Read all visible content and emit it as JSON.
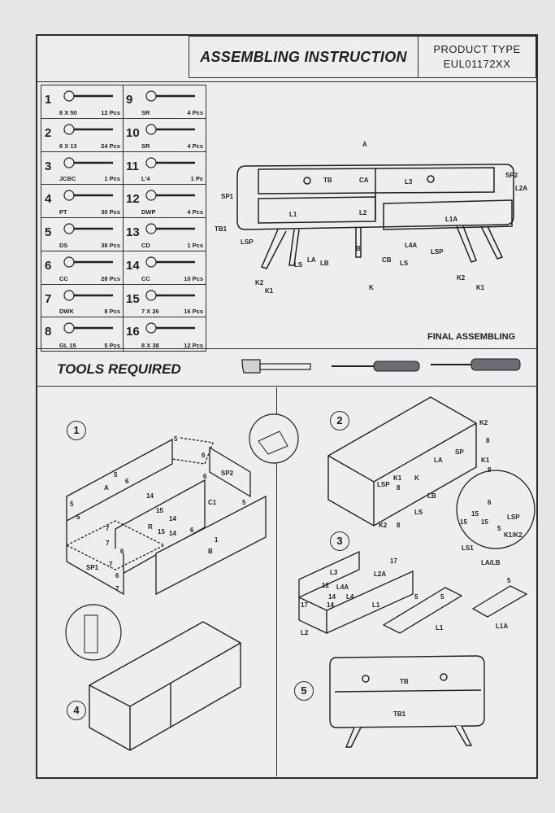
{
  "header": {
    "title": "ASSEMBLING INSTRUCTION",
    "product_type_label": "PRODUCT TYPE",
    "product_code": "EUL01172XX"
  },
  "parts": [
    {
      "num": "1",
      "code": "8 X 50",
      "qty": "12 Pcs",
      "icon": "cross-screw-icon"
    },
    {
      "num": "2",
      "code": "6 X 13",
      "qty": "24 Pcs",
      "icon": "short-screw-icon"
    },
    {
      "num": "3",
      "code": "JCBC",
      "qty": "1 Pcs",
      "icon": "bolt-icon"
    },
    {
      "num": "4",
      "code": "PT",
      "qty": "30 Pcs",
      "icon": "pin-icon"
    },
    {
      "num": "5",
      "code": "DS",
      "qty": "38 Pcs",
      "icon": "dowel-screw-icon"
    },
    {
      "num": "6",
      "code": "CC",
      "qty": "28 Pcs",
      "icon": "cam-connector-icon"
    },
    {
      "num": "7",
      "code": "DWK",
      "qty": "8 Pcs",
      "icon": "wood-dowel-icon"
    },
    {
      "num": "8",
      "code": "GL 15",
      "qty": "5 Pcs",
      "icon": "glide-icon"
    },
    {
      "num": "9",
      "code": "SR",
      "qty": "4 Pcs",
      "icon": "slide-rail-icon"
    },
    {
      "num": "10",
      "code": "SR",
      "qty": "4 Pcs",
      "icon": "slide-rail-icon"
    },
    {
      "num": "11",
      "code": "L'4",
      "qty": "1 Pc",
      "icon": "allen-key-icon"
    },
    {
      "num": "12",
      "code": "DWP",
      "qty": "4 Pcs",
      "icon": "dowel-icon"
    },
    {
      "num": "13",
      "code": "CD",
      "qty": "1 Pcs",
      "icon": "cam-disc-icon"
    },
    {
      "num": "14",
      "code": "CC",
      "qty": "10 Pcs",
      "icon": "cam-connector-icon"
    },
    {
      "num": "15",
      "code": "7 X 26",
      "qty": "16 Pcs",
      "icon": "k-screw-icon"
    },
    {
      "num": "16",
      "code": "8 X 38",
      "qty": "12 Pcs",
      "icon": "cross-screw-icon"
    }
  ],
  "final_assembling": "FINAL ASSEMBLING",
  "tools_required": "TOOLS REQUIRED",
  "diagram_labels": [
    "A",
    "TB",
    "CA",
    "L3",
    "SP2",
    "L2A",
    "SP1",
    "L1",
    "L2",
    "L1A",
    "TB1",
    "LSP",
    "LS",
    "LA",
    "LB",
    "B",
    "CB",
    "LS",
    "L4A",
    "LSP",
    "K2",
    "K1",
    "K",
    "K2",
    "K1"
  ],
  "steps": [
    "1",
    "2",
    "3",
    "4",
    "5"
  ],
  "step1_labels": [
    "5",
    "6",
    "5",
    "A",
    "6",
    "14",
    "14",
    "15",
    "7",
    "R",
    "15",
    "14",
    "7",
    "6",
    "C1",
    "SP2",
    "6",
    "5",
    "6",
    "B",
    "1",
    "SP1",
    "6",
    "7",
    "7",
    "5",
    "5"
  ],
  "step2_labels": [
    "K2",
    "8",
    "SP",
    "LA",
    "K1",
    "8",
    "LSP",
    "K1",
    "8",
    "K",
    "LB",
    "LS",
    "K2",
    "8",
    "6",
    "LSP",
    "15",
    "15",
    "15",
    "5",
    "K1/K2",
    "LS1",
    "LA/LB"
  ],
  "step3_labels": [
    "L3",
    "17",
    "L2A",
    "12",
    "14",
    "L4A",
    "L4",
    "L1",
    "17",
    "14",
    "5",
    "L2",
    "5",
    "L1",
    "5",
    "L1A"
  ],
  "step5_labels": [
    "TB",
    "TB1"
  ]
}
